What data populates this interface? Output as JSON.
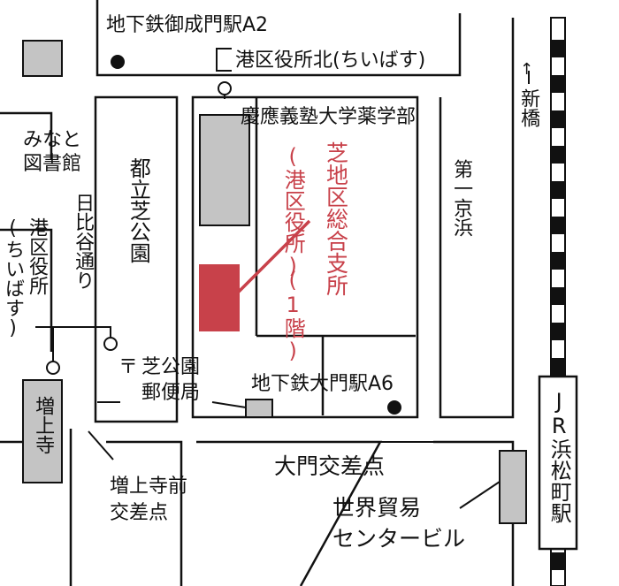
{
  "labels": {
    "station_onarimon": "地下鉄御成門駅A2",
    "bus_stop_north": "港区役所北(ちいばす)",
    "keio_pharmacy": "慶應義塾大学薬学部",
    "target_name": "芝地区総合支所",
    "target_sub": "(港区役所)",
    "target_floor": "(1階)",
    "minato_library_1": "みなと",
    "minato_library_2": "図書館",
    "shiba_park": "都立芝公園",
    "hibiya_dori": "日比谷通り",
    "dai_ichi_keihin": "第一京浜",
    "shinbashi": "新橋",
    "bus_stop_minato_1": "港区役所",
    "bus_stop_minato_2": "(ちいばす)",
    "postoffice_1": "芝公園",
    "postoffice_2": "郵便局",
    "station_daimon": "地下鉄大門駅A6",
    "zojoji": "増上寺",
    "zojoji_mae_1": "増上寺前",
    "zojoji_mae_2": "交差点",
    "daimon_crossing": "大門交差点",
    "wtc_1": "世界貿易",
    "wtc_2": "センタービル",
    "jr_station": "JR浜松町駅"
  },
  "glyphs": {
    "postal_mark": "〒",
    "north_arrow": "↑"
  },
  "colors": {
    "accent": "#c8414a",
    "building_gray": "#c4c4c4",
    "line": "#111111"
  }
}
